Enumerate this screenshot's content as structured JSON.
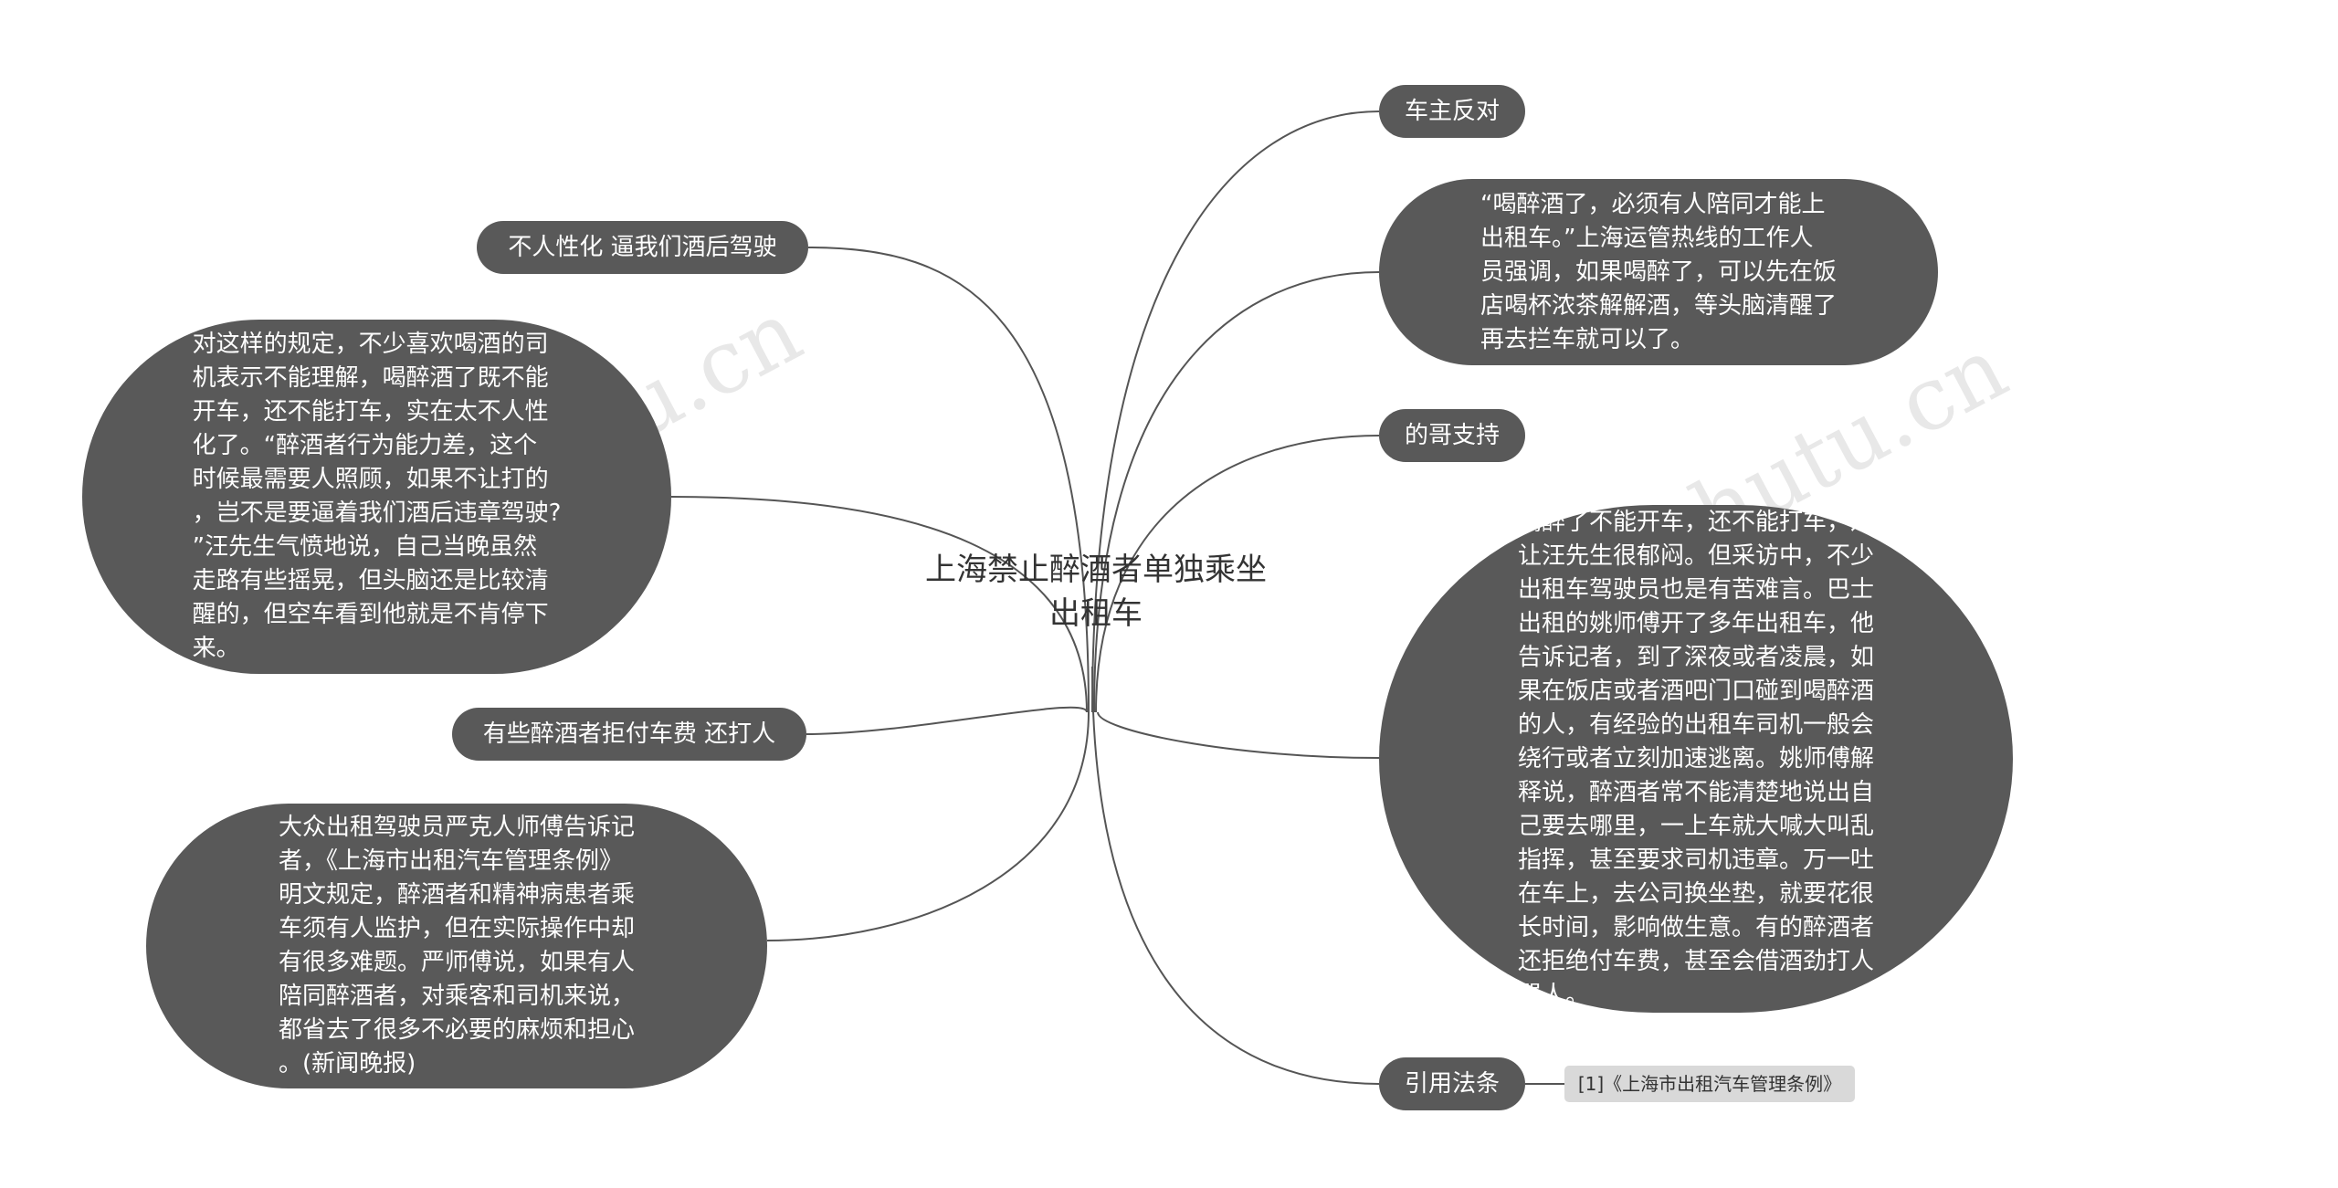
{
  "central": {
    "title": "上海禁止醉酒者单独乘坐\n出租车"
  },
  "right": [
    {
      "text": "车主反对"
    },
    {
      "text": "“喝醉酒了，必须有人陪同才能上\n出租车。”上海运管热线的工作人\n员强调，如果喝醉了，可以先在饭\n店喝杯浓茶解解酒，等头脑清醒了\n再去拦车就可以了。"
    },
    {
      "text": "的哥支持"
    },
    {
      "text": "喝醉了不能开车，还不能打车，这\n让汪先生很郁闷。但采访中，不少\n出租车驾驶员也是有苦难言。巴士\n出租的姚师傅开了多年出租车，他\n告诉记者，到了深夜或者凌晨，如\n果在饭店或者酒吧门口碰到喝醉酒\n的人，有经验的出租车司机一般会\n绕行或者立刻加速逃离。姚师傅解\n释说，醉酒者常不能清楚地说出自\n己要去哪里，一上车就大喊大叫乱\n指挥，甚至要求司机违章。万一吐\n在车上，去公司换坐垫，就要花很\n长时间，影响做生意。有的醉酒者\n还拒绝付车费，甚至会借酒劲打人\n骂人。"
    },
    {
      "text": "引用法条"
    }
  ],
  "left": [
    {
      "text": "不人性化 逼我们酒后驾驶"
    },
    {
      "text": "对这样的规定，不少喜欢喝酒的司\n机表示不能理解，喝醉酒了既不能\n开车，还不能打车，实在太不人性\n化了。“醉酒者行为能力差，这个\n时候最需要人照顾，如果不让打的\n，岂不是要逼着我们酒后违章驾驶?\n”汪先生气愤地说，自己当晚虽然\n走路有些摇晃，但头脑还是比较清\n醒的，但空车看到他就是不肯停下\n来。"
    },
    {
      "text": "有些醉酒者拒付车费 还打人"
    },
    {
      "text": "大众出租驾驶员严克人师傅告诉记\n者，《上海市出租汽车管理条例》\n明文规定，醉酒者和精神病患者乘\n车须有人监护，但在实际操作中却\n有很多难题。严师傅说，如果有人\n陪同醉酒者，对乘客和司机来说，\n都省去了很多不必要的麻烦和担心\n。(新闻晚报)"
    }
  ],
  "reference": {
    "text": "[1]《上海市出租汽车管理条例》"
  },
  "watermark": {
    "text": "树图 shutu.cn"
  },
  "colors": {
    "node_bg": "#595959",
    "node_text": "#ffffff",
    "line": "#555555",
    "ref_bg": "#d9d9d9"
  }
}
